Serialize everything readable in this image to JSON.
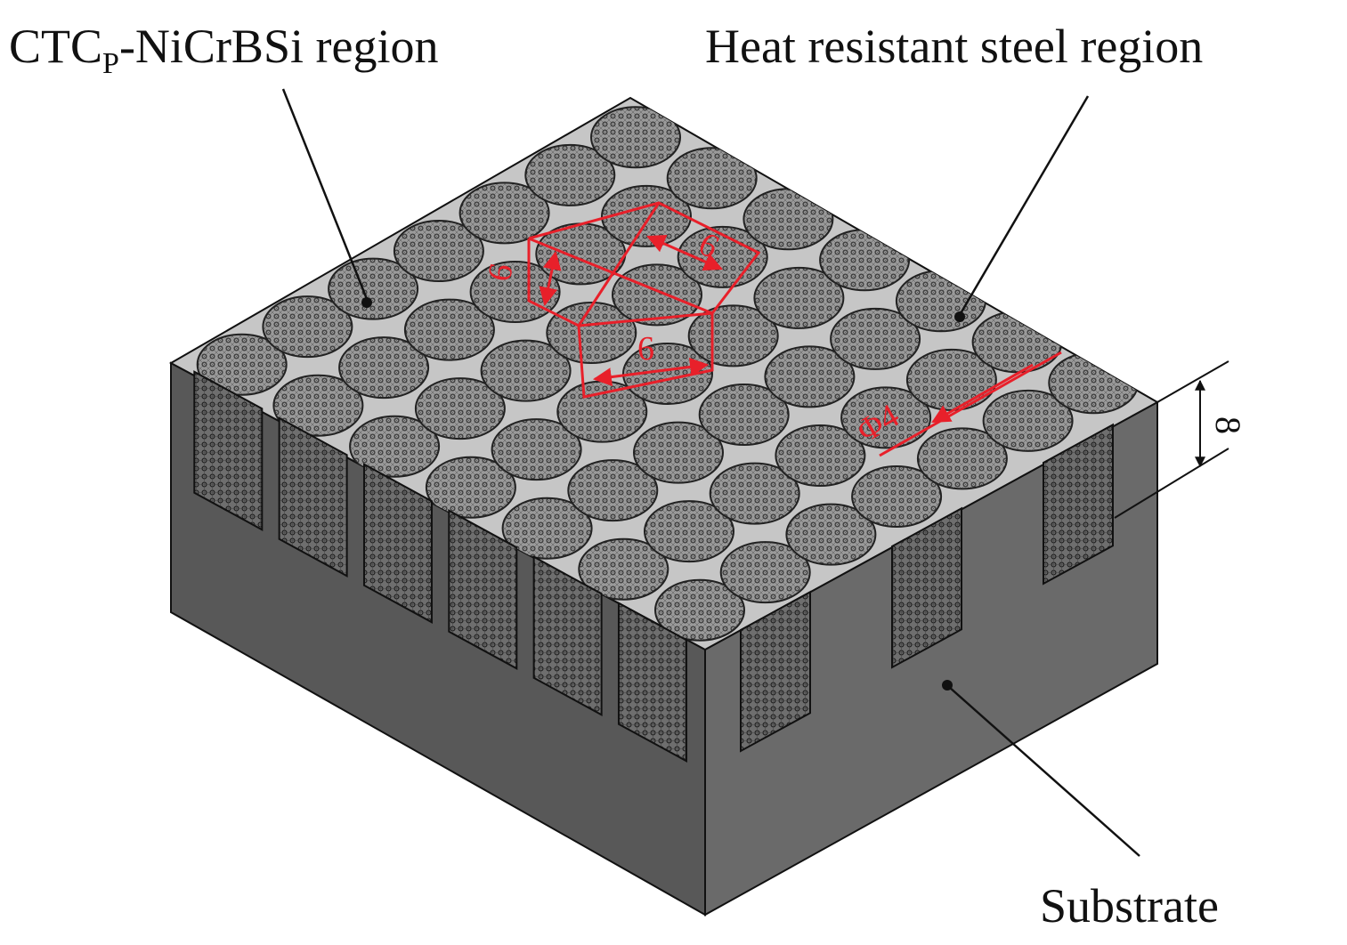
{
  "labels": {
    "ctc_main": "CTC",
    "ctc_sub": "P",
    "ctc_rest": "-NiCrBSi region",
    "steel": "Heat resistant steel region",
    "substrate": "Substrate"
  },
  "dimensions": {
    "spacing_a": "6",
    "spacing_b": "6",
    "spacing_c": "6",
    "diameter": "Φ4",
    "depth": "8"
  },
  "colors": {
    "top_face": "#c6c6c6",
    "left_face": "#585858",
    "right_face": "#6a6a6a",
    "circle_fill": "#8c8c8c",
    "annotation": "#e8202a",
    "outline": "#111111"
  }
}
